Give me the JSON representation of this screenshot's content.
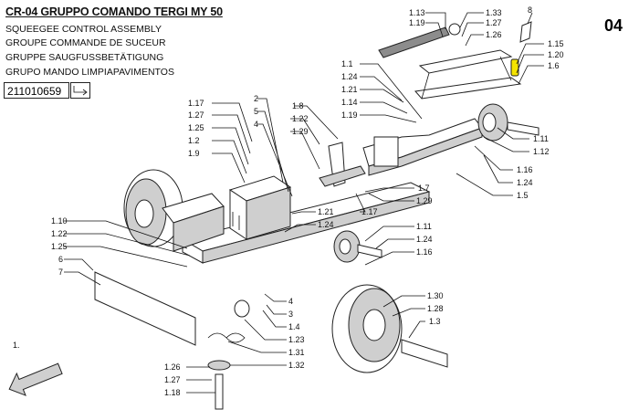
{
  "header": {
    "title": "CR-04 GRUPPO COMANDO TERGI MY 50",
    "subtitles": [
      "SQUEEGEE CONTROL ASSEMBLY",
      "GROUPE COMMANDE DE SUCEUR",
      "GRUPPE SAUGFUSSBETÄTIGUNG",
      "GRUPO MANDO LIMPIAPAVIMENTOS"
    ],
    "part_code": "211010659"
  },
  "page_number": "04",
  "labels": [
    {
      "id": "l113",
      "text": "1.13"
    },
    {
      "id": "l119a",
      "text": "1.19"
    },
    {
      "id": "l133",
      "text": "1.33"
    },
    {
      "id": "l127a",
      "text": "1.27"
    },
    {
      "id": "l126a",
      "text": "1.26"
    },
    {
      "id": "l8",
      "text": "8"
    },
    {
      "id": "l115",
      "text": "1.15"
    },
    {
      "id": "l120",
      "text": "1.20"
    },
    {
      "id": "l16",
      "text": "1.6"
    },
    {
      "id": "l11a",
      "text": "1.1"
    },
    {
      "id": "l124a",
      "text": "1.24"
    },
    {
      "id": "l121a",
      "text": "1.21"
    },
    {
      "id": "l114",
      "text": "1.14"
    },
    {
      "id": "l119b",
      "text": "1.19"
    },
    {
      "id": "l111a",
      "text": "1.11"
    },
    {
      "id": "l112",
      "text": "1.12"
    },
    {
      "id": "l116a",
      "text": "1.16"
    },
    {
      "id": "l124b",
      "text": "1.24"
    },
    {
      "id": "l15",
      "text": "1.5"
    },
    {
      "id": "l117a",
      "text": "1.17"
    },
    {
      "id": "l127b",
      "text": "1.27"
    },
    {
      "id": "l125a",
      "text": "1.25"
    },
    {
      "id": "l12",
      "text": "1.2"
    },
    {
      "id": "l19",
      "text": "1.9"
    },
    {
      "id": "l2",
      "text": "2"
    },
    {
      "id": "l5a",
      "text": "5"
    },
    {
      "id": "l4a",
      "text": "4"
    },
    {
      "id": "l18",
      "text": "1.8"
    },
    {
      "id": "l122a",
      "text": "1.22"
    },
    {
      "id": "l129a",
      "text": "1.29"
    },
    {
      "id": "l17",
      "text": "1.7"
    },
    {
      "id": "l129b",
      "text": "1.29"
    },
    {
      "id": "l117b",
      "text": "1.17"
    },
    {
      "id": "l121b",
      "text": "1.21"
    },
    {
      "id": "l124c",
      "text": "1.24"
    },
    {
      "id": "l111b",
      "text": "1.11"
    },
    {
      "id": "l124d",
      "text": "1.24"
    },
    {
      "id": "l116b",
      "text": "1.16"
    },
    {
      "id": "l110",
      "text": "1.10"
    },
    {
      "id": "l122b",
      "text": "1.22"
    },
    {
      "id": "l125b",
      "text": "1.25"
    },
    {
      "id": "l6",
      "text": "6"
    },
    {
      "id": "l7",
      "text": "7"
    },
    {
      "id": "l4b",
      "text": "4"
    },
    {
      "id": "l3",
      "text": "3"
    },
    {
      "id": "l14",
      "text": "1.4"
    },
    {
      "id": "l123",
      "text": "1.23"
    },
    {
      "id": "l131",
      "text": "1.31"
    },
    {
      "id": "l132",
      "text": "1.32"
    },
    {
      "id": "l130",
      "text": "1.30"
    },
    {
      "id": "l128",
      "text": "1.28"
    },
    {
      "id": "l13",
      "text": "1.3"
    },
    {
      "id": "l126b",
      "text": "1.26"
    },
    {
      "id": "l127c",
      "text": "1.27"
    },
    {
      "id": "l118",
      "text": "1.18"
    },
    {
      "id": "ldot",
      "text": "1."
    }
  ]
}
